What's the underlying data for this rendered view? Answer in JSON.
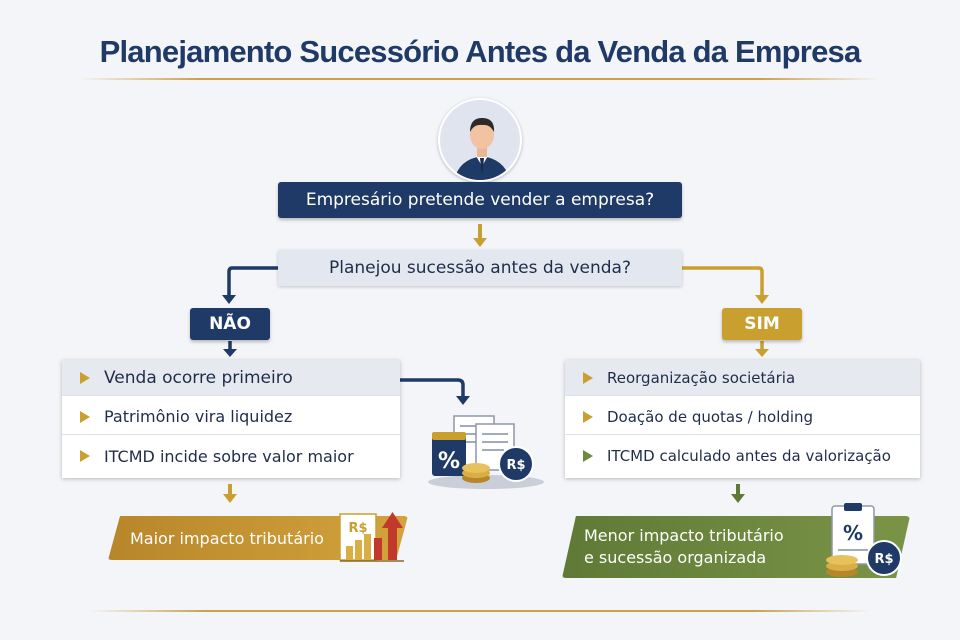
{
  "title": "Planejamento Sucessório Antes da Venda da Empresa",
  "question1": "Empresário pretende vender a empresa?",
  "question2": "Planejou sucessão antes da venda?",
  "branch_no": {
    "label": "NÃO",
    "items": [
      "Venda ocorre primeiro",
      "Patrimônio vira liquidez",
      "ITCMD incide sobre valor maior"
    ],
    "outcome": "Maior impacto tributário",
    "icon_badge": "R$",
    "color": "#1f3a66"
  },
  "branch_yes": {
    "label": "SIM",
    "items": [
      "Reorganização societária",
      "Doação de quotas / holding",
      "ITCMD calculado antes da valorização"
    ],
    "outcome_line1": "Menor impacto tributário",
    "outcome_line2": "e sucessão organizada",
    "icon_badge": "R$",
    "color": "#c9a030"
  },
  "middle_icon": {
    "symbol": "%",
    "badge": "R$"
  },
  "colors": {
    "navy": "#1f3a66",
    "gold": "#c9a030",
    "green": "#6f8a3d"
  }
}
